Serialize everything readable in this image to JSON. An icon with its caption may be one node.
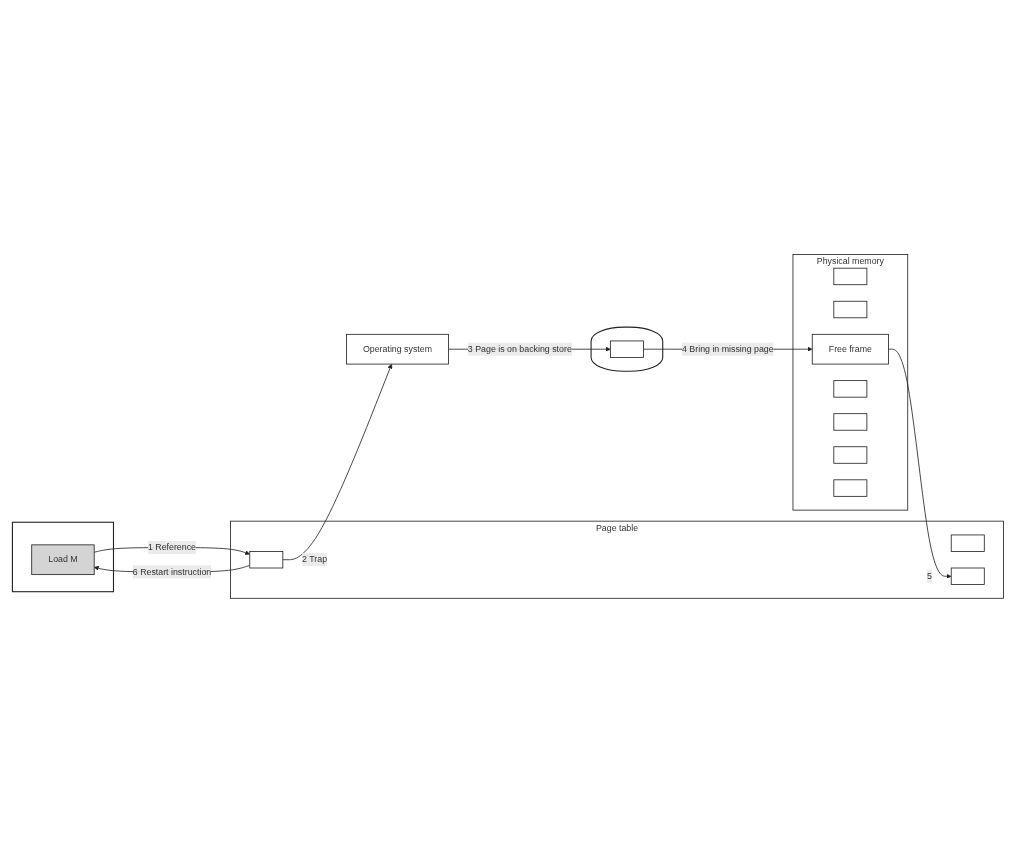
{
  "diagram": {
    "nodes": [
      {
        "text": [
          "Operating system"
        ]
      },
      {
        "text": [],
        "shape": "box"
      },
      {
        "text": [
          "Load M"
        ],
        "in": 1
      },
      {
        "text": [
          "Page table"
        ]
      },
      {
        "text": [],
        "shape": "box",
        "in": 3
      },
      {
        "text": [],
        "shape": "box",
        "in": 3
      },
      {
        "text": [],
        "shape": "box",
        "in": 3
      },
      {
        "text": [],
        "shape": "cylinder"
      },
      {
        "text": [],
        "shape": "box",
        "in": 7
      },
      {
        "text": [
          "Physical memory"
        ]
      },
      {
        "text": [],
        "shape": "box",
        "in": 9
      },
      {
        "text": [],
        "shape": "box",
        "in": 9
      },
      {
        "text": [
          "Free frame"
        ],
        "in": 9
      },
      {
        "text": [],
        "shape": "box",
        "in": 9
      },
      {
        "text": [],
        "shape": "box",
        "in": 9
      },
      {
        "text": [],
        "shape": "box",
        "in": 9
      },
      {
        "text": [],
        "shape": "box",
        "in": 9
      }
    ],
    "edges": [
      {
        "from": 2,
        "to": 5,
        "arrow": "to",
        "label": "1 Reference"
      },
      {
        "from": 5,
        "to": 0,
        "arrow": "to",
        "label": "2 Trap"
      },
      {
        "from": 0,
        "to": 8,
        "arrow": "to",
        "label": "3 Page is on backing store"
      },
      {
        "from": 8,
        "to": 12,
        "arrow": "to",
        "label": "4 Bring in missing page"
      },
      {
        "from": 12,
        "to": 6,
        "arrow": "to",
        "label": "5"
      },
      {
        "from": 5,
        "to": 2,
        "arrow": "to",
        "label": "6 Restart instruction"
      }
    ]
  }
}
